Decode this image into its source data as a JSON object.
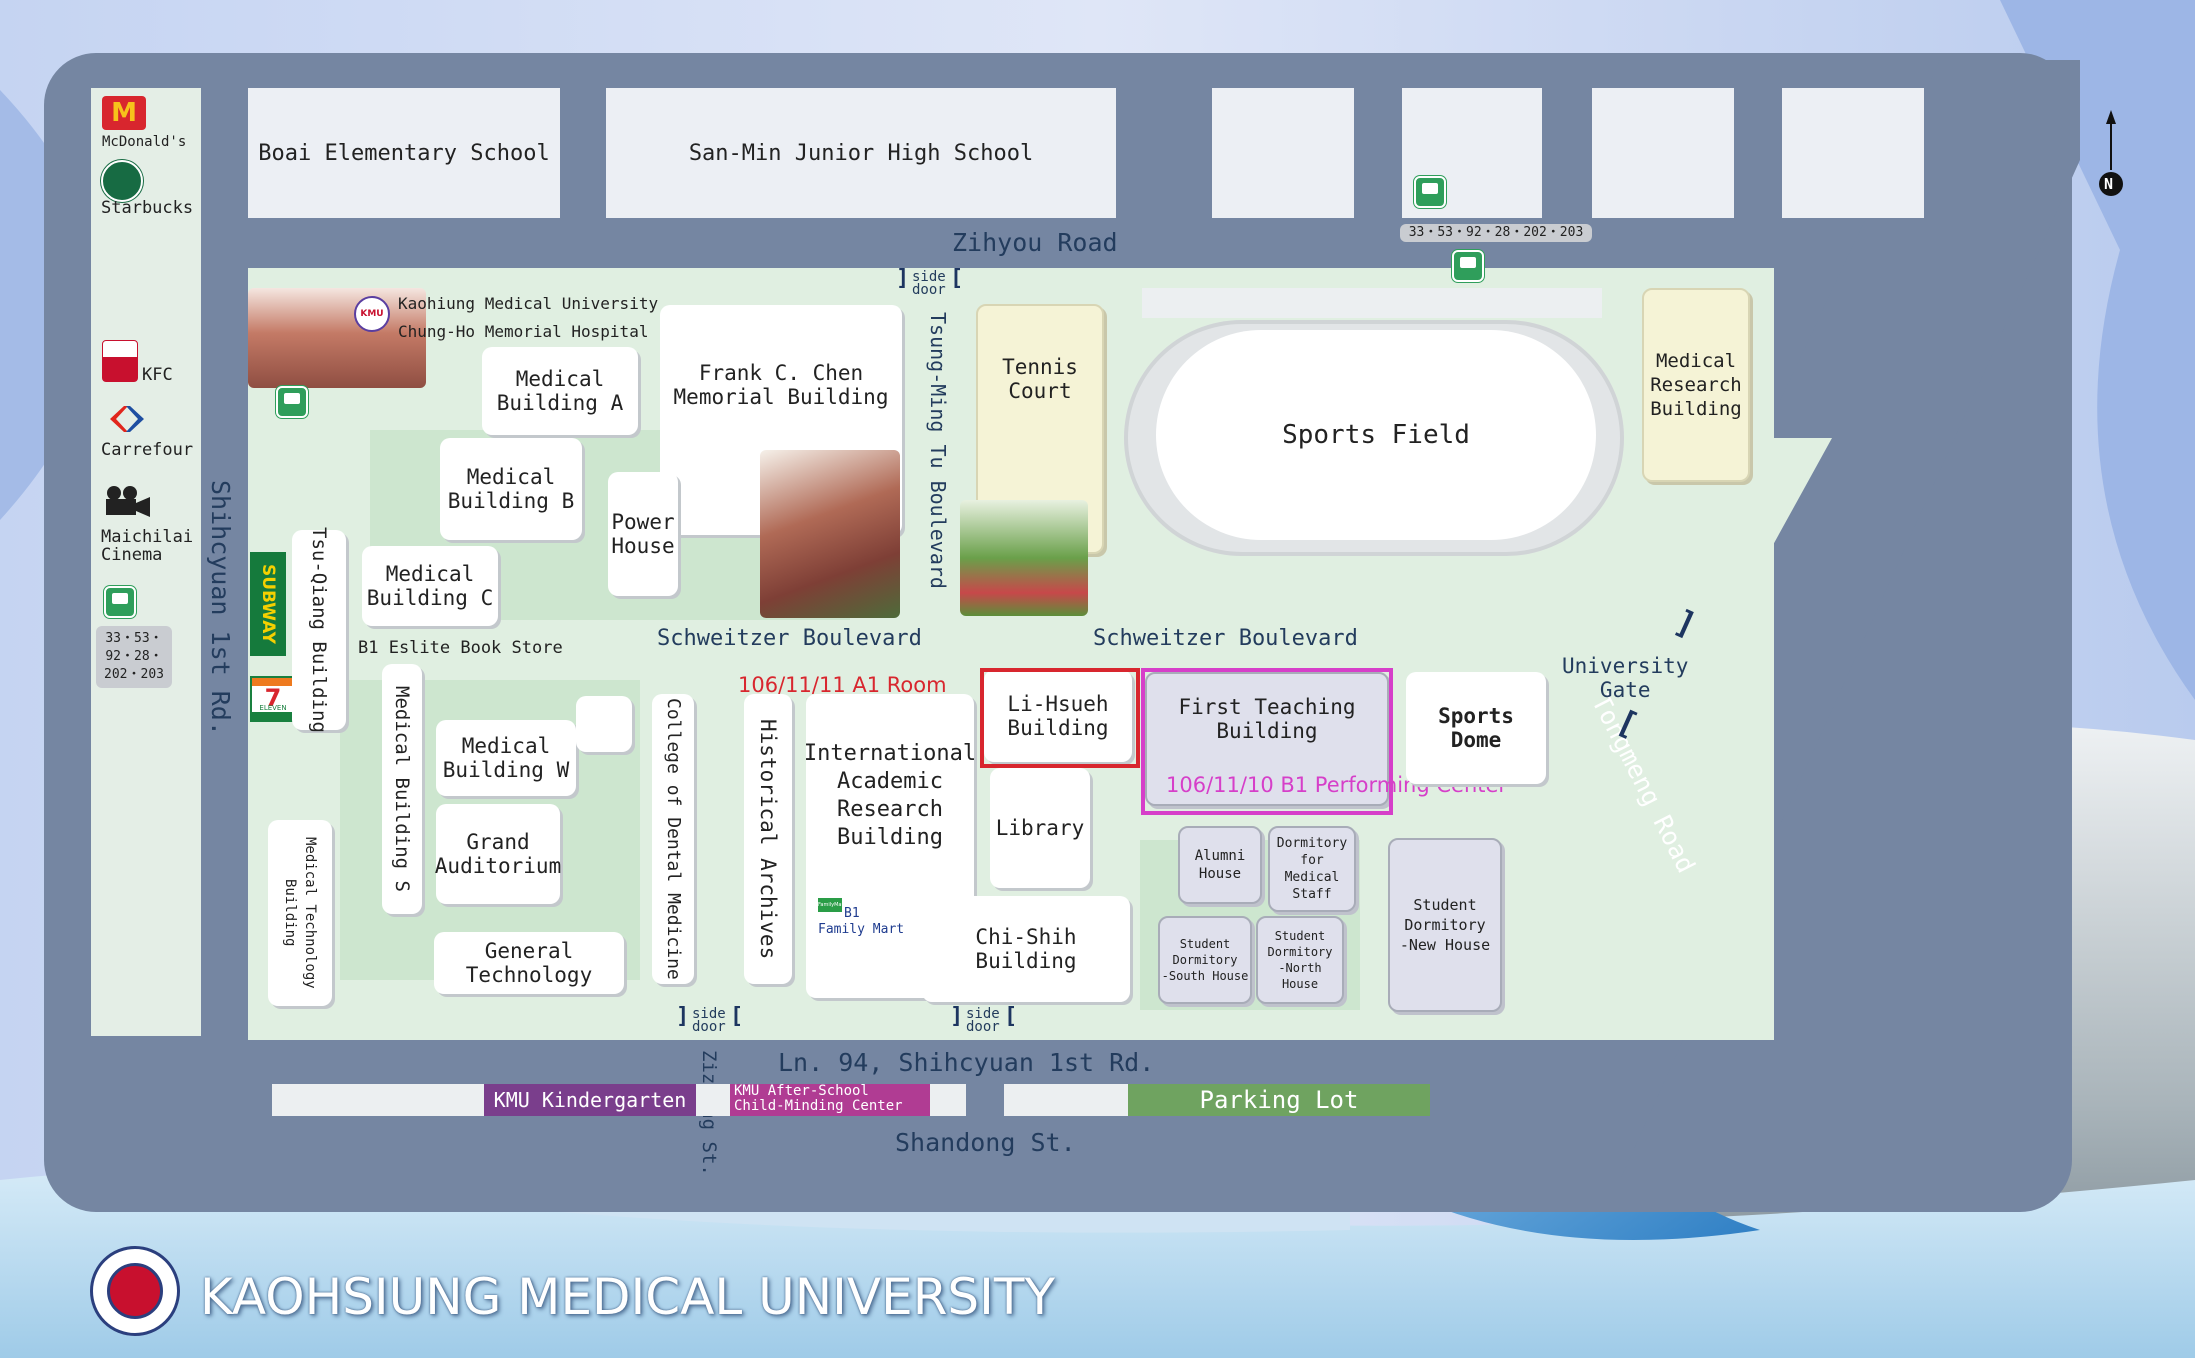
{
  "map": {
    "university_title": "KAOHSIUNG MEDICAL UNIVERSITY",
    "north": "N",
    "colors": {
      "frame": "#7586a2",
      "campus": "#e0efe1",
      "highlight_red": "#d8262e",
      "highlight_magenta": "#d63fc9",
      "parking": "#6fa360",
      "kindergarten": "#7a3e8c",
      "after_school": "#b03c93"
    }
  },
  "roads": {
    "zihyou": "Zihyou Road",
    "shihcyuan_1st": "Shihcyuan 1st Rd.",
    "tsung_ming_tu": "Tsung-Ming Tu Boulevard",
    "schweitzer_west": "Schweitzer Boulevard",
    "schweitzer_east": "Schweitzer Boulevard",
    "tongmeng": "Tongmeng Road",
    "ln94": "Ln. 94, Shihcyuan 1st Rd.",
    "shandong": "Shandong St.",
    "zizhong": "Zizhong St."
  },
  "left_strip": {
    "mcdonalds": "McDonald's",
    "starbucks": "Starbucks",
    "kfc": "KFC",
    "carrefour": "Carrefour",
    "maichilai": "Maichilai\nCinema",
    "bus_routes": "33・53・\n92・28・\n202・203"
  },
  "top_blocks": {
    "boai": "Boai Elementary School",
    "sanmin": "San-Min Junior High School"
  },
  "bus_top_routes": "33・53・92・28・202・203",
  "hospital": {
    "line1": "Kaohiung Medical University",
    "line2": "Chung-Ho Memorial Hospital"
  },
  "buildings": {
    "med_a": "Medical\nBuilding A",
    "med_b": "Medical\nBuilding B",
    "med_c": "Medical\nBuilding C",
    "frank": "Frank C. Chen\nMemorial Building",
    "power": "Power\nHouse",
    "tsu_qiang": "Tsu-Qiang Building",
    "med_s": "Medical Building S",
    "med_w": "Medical\nBuilding W",
    "grand": "Grand\nAuditorium",
    "general": "General\nTechnology",
    "med_tech": "Medical Technology Building",
    "dental": "College of Dental Medicine",
    "archives": "Historical Archives",
    "iarb": "International\nAcademic\nResearch\nBuilding",
    "li_hsueh": "Li-Hsueh\nBuilding",
    "library": "Library",
    "chi_shih": "Chi-Shih\nBuilding",
    "first_teaching": "First Teaching\nBuilding",
    "sports_dome": "Sports\nDome",
    "alumni": "Alumni\nHouse",
    "dorm_staff": "Dormitory\nfor\nMedical\nStaff",
    "dorm_south": "Student\nDormitory\n-South House",
    "dorm_north": "Student\nDormitory\n-North House",
    "dorm_new": "Student\nDormitory\n-New House",
    "tennis": "Tennis\nCourt",
    "sports_field": "Sports Field",
    "mrb": "Medical\nResearch\nBuilding"
  },
  "labels": {
    "eslite": "B1 Eslite Book Store",
    "family_mart_b1": "B1",
    "family_mart": "Family Mart",
    "family_mart_logo": "FamilyMart",
    "side_door": "side\ndoor",
    "university_gate": "University\nGate",
    "subway": "SUBWAY",
    "seven_eleven": "7",
    "eleven": "ELEVEN",
    "mcd_logo": "M",
    "hospital_badge": "KMU"
  },
  "events": {
    "a1_room": "106/11/11 A1 Room",
    "b1_center": "106/11/10 B1 Performing Center"
  },
  "bottom": {
    "kindergarten": "KMU Kindergarten",
    "after_school": "KMU After-School\nChild-Minding Center",
    "parking": "Parking Lot"
  }
}
